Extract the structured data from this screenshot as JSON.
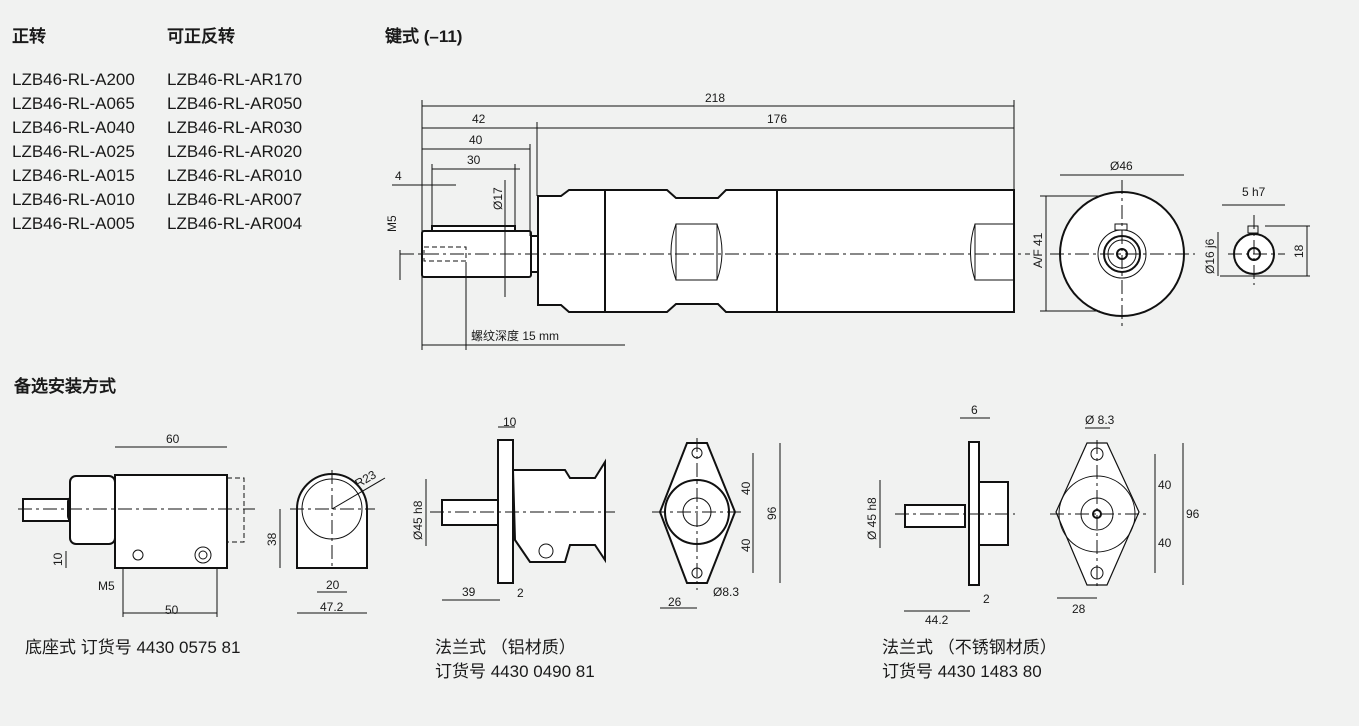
{
  "headings": {
    "forward": "正转",
    "reversible": "可正反转",
    "keyed": "键式 (–11)",
    "mounting": "备选安装方式"
  },
  "models_forward": [
    "LZB46-RL-A200",
    "LZB46-RL-A065",
    "LZB46-RL-A040",
    "LZB46-RL-A025",
    "LZB46-RL-A015",
    "LZB46-RL-A010",
    "LZB46-RL-A005"
  ],
  "models_reversible": [
    "LZB46-RL-AR170",
    "LZB46-RL-AR050",
    "LZB46-RL-AR030",
    "LZB46-RL-AR020",
    "LZB46-RL-AR010",
    "LZB46-RL-AR007",
    "LZB46-RL-AR004"
  ],
  "main_dims": {
    "total": "218",
    "shaft_len": "42",
    "body_len": "176",
    "d40": "40",
    "key_len": "30",
    "key_offset": "4",
    "shaft_dia": "Ø17",
    "thread": "M5",
    "thread_depth": "螺纹深度 15 mm",
    "af": "A/F 41",
    "body_dia": "Ø46",
    "key_width": "5 h7",
    "shaft_fit": "Ø16 j6",
    "key_height": "18"
  },
  "base_dims": {
    "len60": "60",
    "h10": "10",
    "m5": "M5",
    "len50": "50",
    "r23": "R23",
    "h38": "38",
    "w20": "20",
    "w47": "47.2"
  },
  "alu_dims": {
    "t10": "10",
    "dia45": "Ø45 h8",
    "l39": "39",
    "g2": "2",
    "v40a": "40",
    "v40b": "40",
    "h96": "96",
    "w26": "26",
    "hole": "Ø8.3"
  },
  "ss_dims": {
    "t6": "6",
    "dia45": "Ø 45 h8",
    "g2": "2",
    "l44": "44.2",
    "hole": "Ø 8.3",
    "v40a": "40",
    "v40b": "40",
    "h96": "96",
    "w28": "28"
  },
  "captions": {
    "base": "底座式 订货号 4430 0575 81",
    "alu_title": "法兰式 （铝材质）",
    "alu_order": "订货号 4430 0490 81",
    "ss_title": "法兰式 （不锈钢材质）",
    "ss_order": "订货号 4430 1483 80"
  }
}
